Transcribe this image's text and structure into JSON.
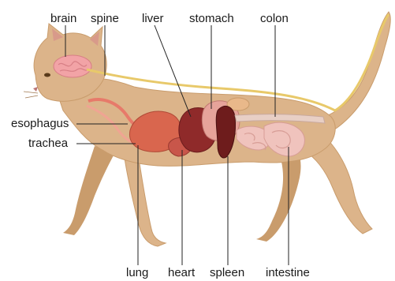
{
  "labels": {
    "brain": "brain",
    "spine": "spine",
    "liver": "liver",
    "stomach": "stomach",
    "colon": "colon",
    "esophagus": "esophagus",
    "trachea": "trachea",
    "lung": "lung",
    "heart": "heart",
    "spleen": "spleen",
    "intestine": "intestine"
  },
  "colors": {
    "body": "#dcb48a",
    "body_shadow": "#c99c6c",
    "spine": "#e8c96a",
    "brain": "#f2a3a6",
    "lung": "#d9664e",
    "liver": "#8f2a2a",
    "stomach": "#e6a39a",
    "spleen": "#6e1c1c",
    "intestine": "#f0c3bd",
    "colon": "#e8cfc5",
    "leader": "#222222",
    "background": "#ffffff"
  }
}
